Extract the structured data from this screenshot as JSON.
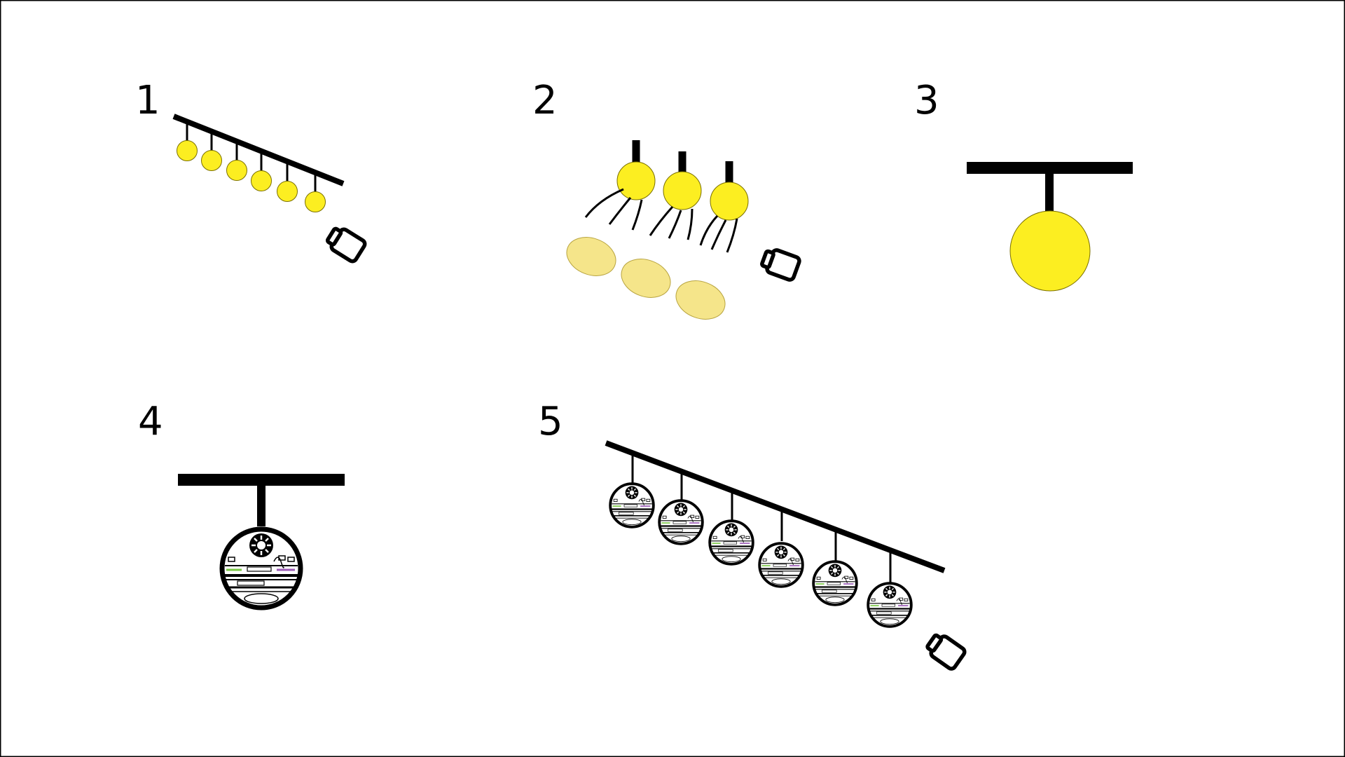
{
  "colors": {
    "background": "#ffffff",
    "frame": "#000000",
    "bar": "#000000",
    "bulb": "#FCEE21",
    "spot": "#F5E58A",
    "sensor_accent_green": "#7ac943",
    "sensor_accent_purple": "#9b59b6"
  },
  "panels": [
    {
      "number": "1",
      "icon": "hanging-bulbs-on-tilted-rail-with-camera",
      "bulb_count": 6
    },
    {
      "number": "2",
      "icon": "bulbs-casting-light-spots-with-camera",
      "bulb_count": 3,
      "spot_count": 3
    },
    {
      "number": "3",
      "icon": "single-bulb-pendant"
    },
    {
      "number": "4",
      "icon": "single-sensor-pod-pendant"
    },
    {
      "number": "5",
      "icon": "sensor-pods-on-tilted-rail-with-camera",
      "pod_count": 6
    }
  ]
}
